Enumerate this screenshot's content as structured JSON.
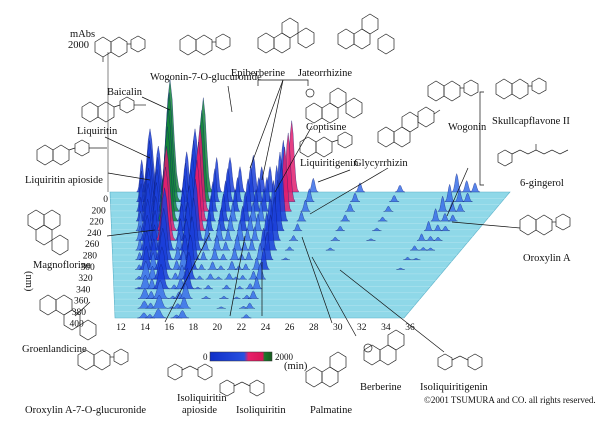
{
  "chart_data": {
    "type": "area",
    "axis_units": {
      "absorbance": "mAbs",
      "absorbance_max": "2000",
      "wavelength": "(nm)",
      "time": "(min)"
    },
    "time_ticks": [
      "12",
      "14",
      "16",
      "18",
      "20",
      "22",
      "24",
      "26",
      "28",
      "30",
      "32",
      "34",
      "36"
    ],
    "wavelength_ticks": [
      "0",
      "200",
      "220",
      "240",
      "260",
      "280",
      "300",
      "320",
      "340",
      "360",
      "380",
      "400"
    ],
    "color_scale": {
      "min": "0",
      "max": "2000",
      "colors": [
        "#1030c8",
        "#e8206a",
        "#1a7a2a"
      ]
    },
    "peaks": [
      {
        "compound": "Liquiritin apioside",
        "time": 13.9,
        "height": 0.28,
        "width": 0.1,
        "spread": 0.7
      },
      {
        "compound": "Liquiritin",
        "time": 14.4,
        "height": 0.55,
        "width": 0.18,
        "spread": 1.0
      },
      {
        "compound": "Magnoflorine",
        "time": 14.9,
        "height": 0.4,
        "width": 0.14,
        "spread": 1.0
      },
      {
        "compound": "Baicalin",
        "time": 15.6,
        "height": 0.98,
        "width": 0.22,
        "spread": 1.0
      },
      {
        "compound": "Groenlandicine",
        "time": 16.6,
        "height": 0.35,
        "width": 0.12,
        "spread": 0.8
      },
      {
        "compound": "Oroxylin A-7-O-glucuronide",
        "time": 17.1,
        "height": 0.55,
        "width": 0.16,
        "spread": 0.9
      },
      {
        "compound": "Wogonin-7-O-glucuronide",
        "time": 17.6,
        "height": 0.82,
        "width": 0.18,
        "spread": 1.0
      },
      {
        "compound": "Isoliquiritin apioside",
        "time": 18.4,
        "height": 0.3,
        "width": 0.1,
        "spread": 0.7
      },
      {
        "compound": "Isoliquiritin",
        "time": 19.2,
        "height": 0.3,
        "width": 0.12,
        "spread": 0.8
      },
      {
        "compound": "Epiberberine",
        "time": 19.8,
        "height": 0.22,
        "width": 0.1,
        "spread": 0.7
      },
      {
        "compound": "Coptisine",
        "time": 20.6,
        "height": 0.32,
        "width": 0.12,
        "spread": 0.8
      },
      {
        "compound": "Jateorrhizine",
        "time": 21.1,
        "height": 0.22,
        "width": 0.1,
        "spread": 0.7
      },
      {
        "compound": "Liquiritigenin",
        "time": 21.6,
        "height": 0.22,
        "width": 0.1,
        "spread": 0.8
      },
      {
        "compound": "Palmatine",
        "time": 22.4,
        "height": 0.45,
        "width": 0.12,
        "spread": 0.8
      },
      {
        "compound": "Berberine",
        "time": 22.9,
        "height": 0.62,
        "width": 0.14,
        "spread": 0.9
      },
      {
        "compound": "Glycyrrhizin",
        "time": 24.2,
        "height": 0.12,
        "width": 0.1,
        "spread": 0.6
      },
      {
        "compound": "Isoliquiritigenin",
        "time": 27.0,
        "height": 0.08,
        "width": 0.1,
        "spread": 0.6
      },
      {
        "compound": "6-gingerol",
        "time": 29.4,
        "height": 0.06,
        "width": 0.1,
        "spread": 0.5
      },
      {
        "compound": "Wogonin",
        "time": 32.8,
        "height": 0.16,
        "width": 0.1,
        "spread": 0.6
      },
      {
        "compound": "Skullcapflavone II",
        "time": 33.4,
        "height": 0.1,
        "width": 0.1,
        "spread": 0.6
      },
      {
        "compound": "Oroxylin A",
        "time": 33.9,
        "height": 0.08,
        "width": 0.1,
        "spread": 0.6
      }
    ]
  },
  "labels": {
    "baicalin": "Baicalin",
    "wogonin7g": "Wogonin-7-O-glucuronide",
    "epiberberine": "Epiberberine",
    "jateorrhizine": "Jateorrhizine",
    "liquiritin": "Liquiritin",
    "liquiritin_apioside": "Liquiritin apioside",
    "coptisine": "Coptisine",
    "wogonin": "Wogonin",
    "skullcapflavone": "Skullcapflavone II",
    "gingerol": "6-gingerol",
    "liquiritigenin": "Liquiritigenin",
    "glycyrrhizin": "Glycyrrhizin",
    "magnoflorine": "Magnoflorine",
    "oroxylin_a": "Oroxylin A",
    "groenlandicine": "Groenlandicine",
    "oroxylin_a7g": "Oroxylin A-7-O-glucuronide",
    "isoliquiritin_apioside_1": "Isoliquiritin",
    "isoliquiritin_apioside_2": "apioside",
    "isoliquiritin": "Isoliquiritin",
    "palmatine": "Palmatine",
    "berberine": "Berberine",
    "isoliquiritigenin": "Isoliquiritigenin",
    "copyright": "©2001 TSUMURA and CO. all rights reserved."
  }
}
